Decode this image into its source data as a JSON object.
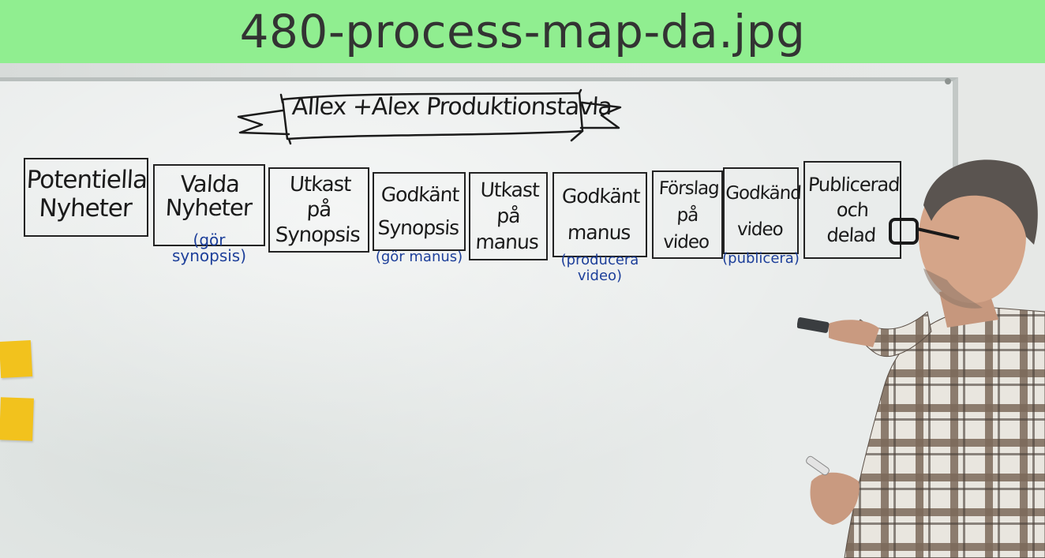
{
  "filename": "480-process-map-da.jpg",
  "board": {
    "title": "AIlex +Alex Produktionstavla",
    "stages": [
      {
        "label": "Potentiella\nNyheter",
        "action": ""
      },
      {
        "label": "Valda\nNyheter",
        "action": "(gör\nsynopsis)"
      },
      {
        "label": "Utkast\npå\nSynopsis",
        "action": ""
      },
      {
        "label": "Godkänt\nSynopsis",
        "action": "(gör manus)"
      },
      {
        "label": "Utkast\npå\nmanus",
        "action": ""
      },
      {
        "label": "Godkänt\nmanus",
        "action": "(producera\nvideo)"
      },
      {
        "label": "Förslag\npå\nvideo",
        "action": ""
      },
      {
        "label": "Godkänd\nvideo",
        "action": "(publicera)"
      },
      {
        "label": "Publicerad\noch\ndelad",
        "action": ""
      }
    ]
  },
  "colors": {
    "title_bar": "#90ee90",
    "title_text": "#333333",
    "marker_black": "#1b1b1b",
    "marker_blue": "#1d3f9a",
    "sticky_note": "#f2c21d",
    "whiteboard": "#e9eceb"
  }
}
